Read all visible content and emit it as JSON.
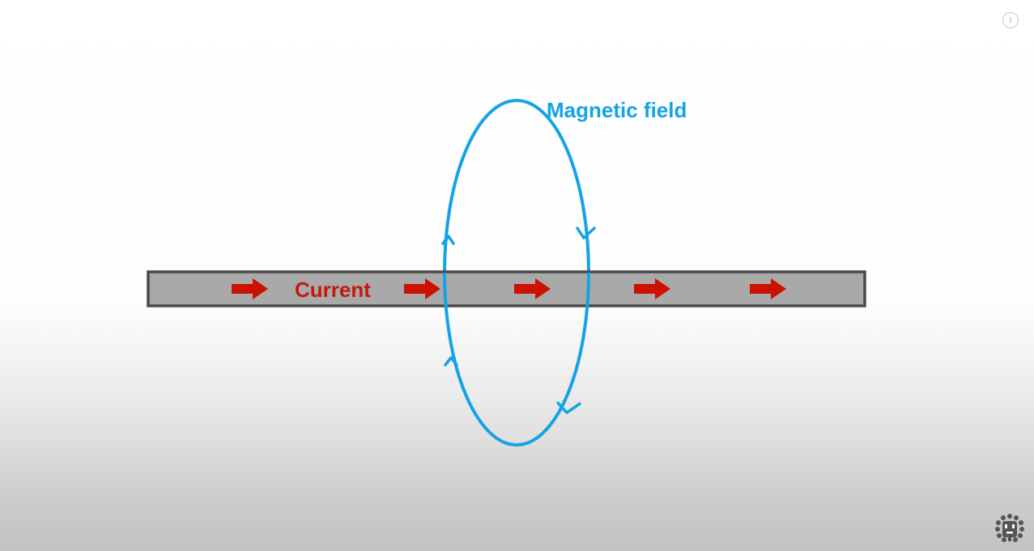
{
  "diagram": {
    "current_label": "Current",
    "field_label": "Magnetic field",
    "colors": {
      "wire_fill": "#a9a9a9",
      "wire_border": "#4a4a4a",
      "current_arrow": "#cc1100",
      "current_text": "#c41a0a",
      "field_line": "#14a3e6",
      "field_text": "#14a3e6"
    },
    "current_arrow_count": 5,
    "field_direction": "clockwise"
  },
  "controls": {
    "info_icon": "info-icon",
    "info_glyph": "i",
    "channel_logo": "channel-logo-icon"
  }
}
